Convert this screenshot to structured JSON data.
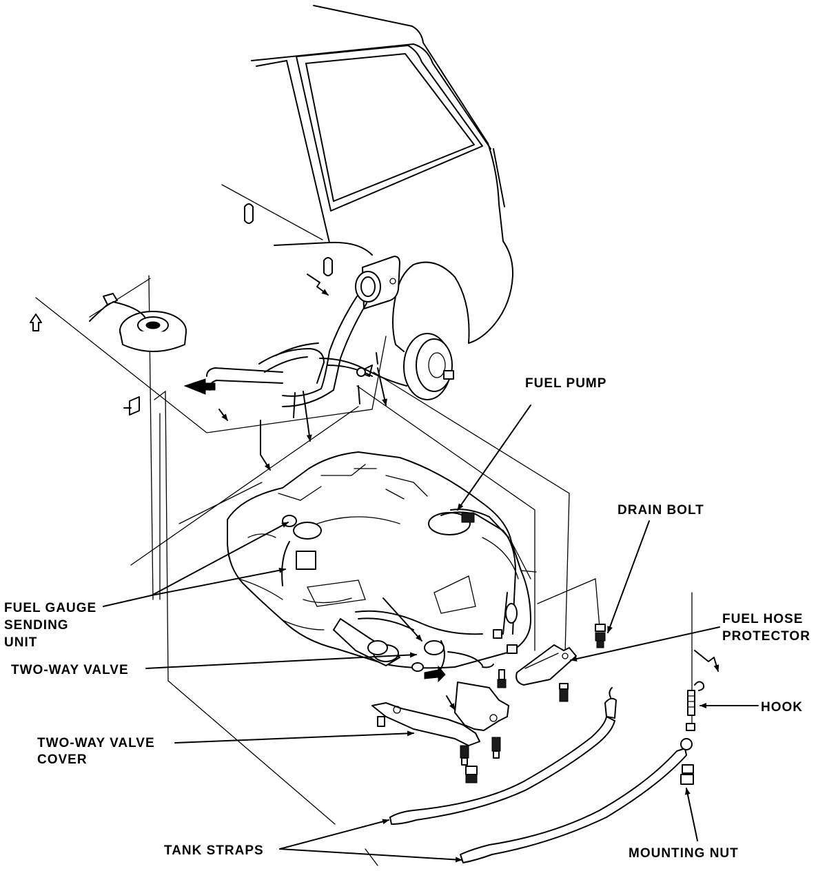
{
  "labels": {
    "fuel_pump": "FUEL PUMP",
    "drain_bolt": "DRAIN BOLT",
    "fuel_gauge_1": "FUEL GAUGE",
    "fuel_gauge_2": "SENDING",
    "fuel_gauge_3": "UNIT",
    "fuel_hose_1": "FUEL HOSE",
    "fuel_hose_2": "PROTECTOR",
    "two_way_valve": "TWO-WAY VALVE",
    "hook": "HOOK",
    "two_way_valve_cover_1": "TWO-WAY VALVE",
    "two_way_valve_cover_2": "COVER",
    "tank_straps": "TANK STRAPS",
    "mounting_nut": "MOUNTING NUT"
  }
}
